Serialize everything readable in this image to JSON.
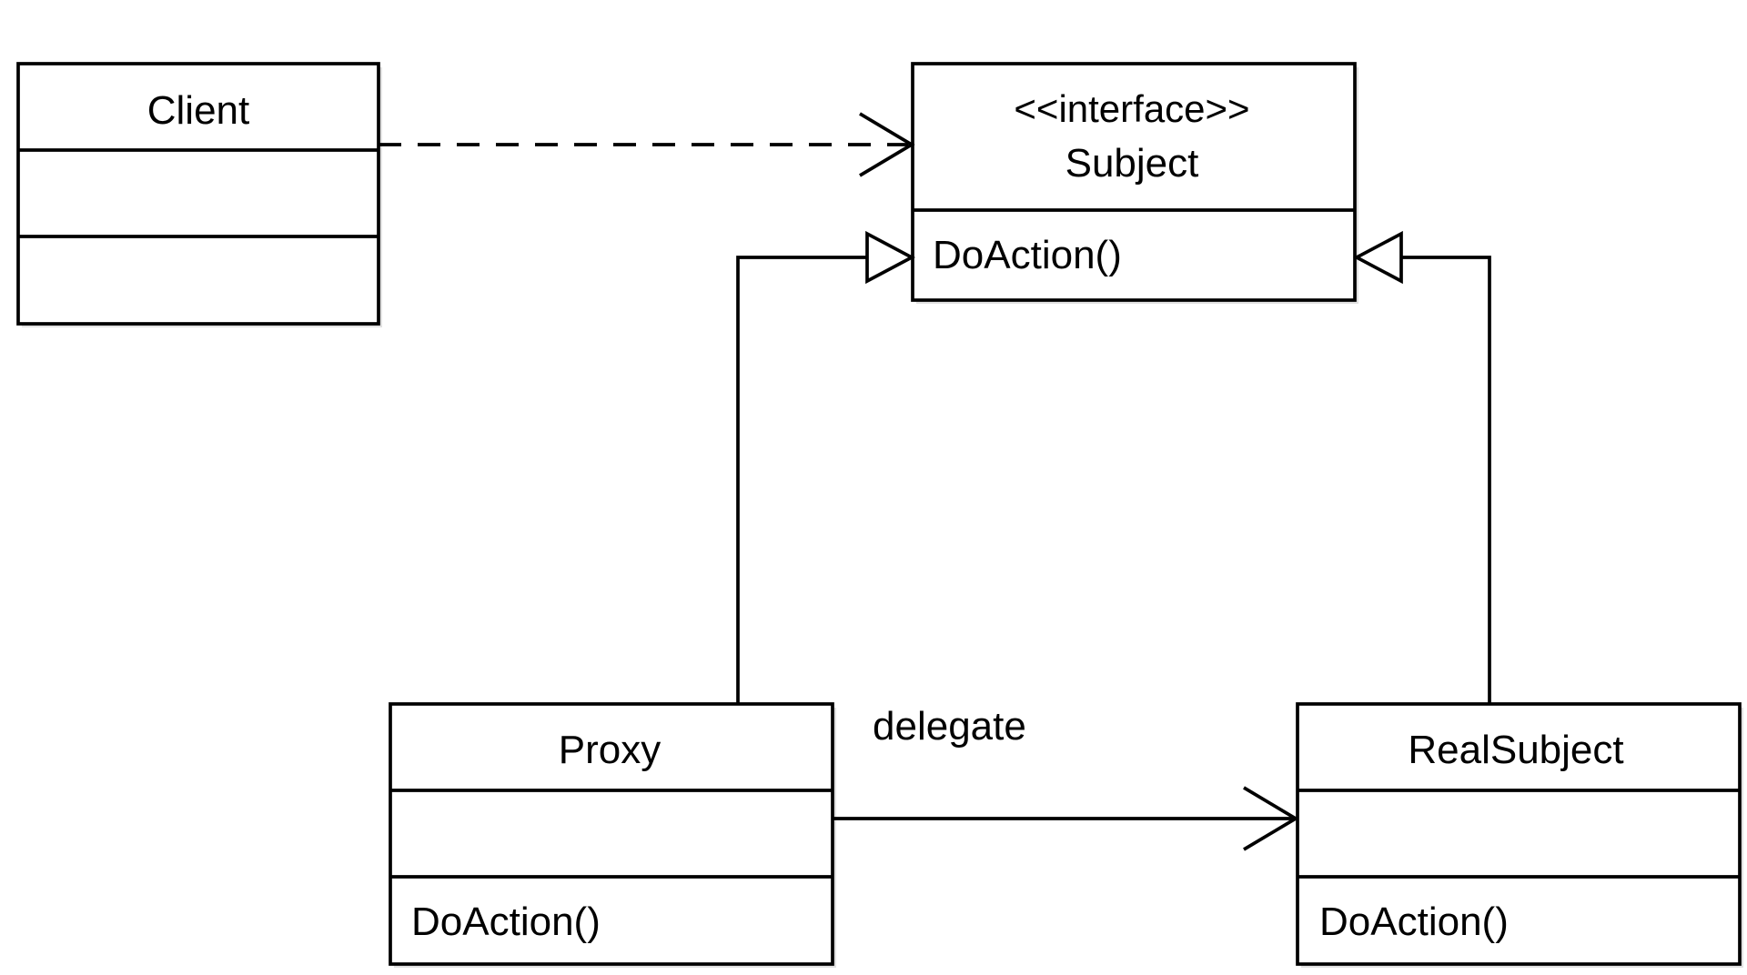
{
  "classes": {
    "client": {
      "name": "Client"
    },
    "subject": {
      "stereotype": "<<interface>>",
      "name": "Subject",
      "method": "DoAction()"
    },
    "proxy": {
      "name": "Proxy",
      "method": "DoAction()"
    },
    "real_subject": {
      "name": "RealSubject",
      "method": "DoAction()"
    }
  },
  "relations": {
    "delegate_label": "delegate"
  },
  "colors": {
    "stroke": "#000000",
    "background": "#ffffff"
  }
}
